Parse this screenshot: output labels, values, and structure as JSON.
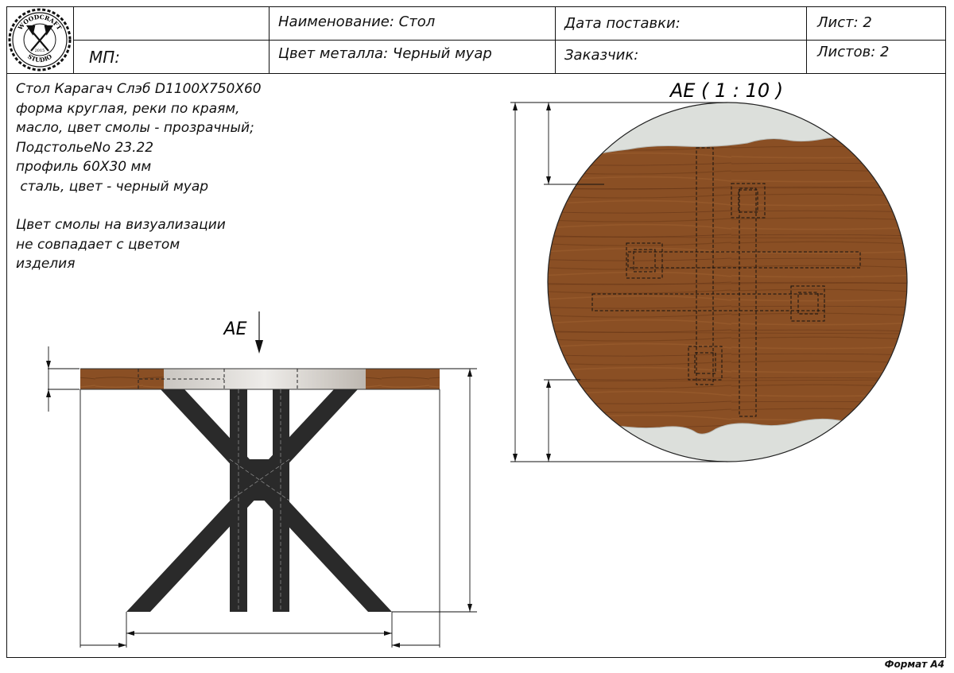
{
  "title_block": {
    "mp_label": "МП:",
    "name_field": "Наименование: Стол",
    "metal_color_field": "Цвет металла: Черный муар",
    "delivery_date_field": "Дата поставки:",
    "customer_field": "Заказчик:",
    "sheet_field": "Лист: 2",
    "sheets_field": "Листов: 2"
  },
  "logo": {
    "top_text": "WOODCRAFT",
    "bottom_text": "STUDIO",
    "year": "2015"
  },
  "notes": {
    "lines": [
      "Стол Карагач Слэб D1100X750X60",
      "форма круглая, реки по краям,",
      "масло, цвет смолы - прозрачный;",
      "ПодстольеNo 23.22",
      "профиль 60X30 мм",
      " сталь, цвет - черный муар"
    ],
    "disclaimer_lines": [
      "Цвет смолы на визуализации",
      "не совпадает с цветом",
      "изделия"
    ]
  },
  "views": {
    "section_arrow_label": "AE",
    "top_view_label": "AE ( 1 : 10 )"
  },
  "format_label": "Формат A4",
  "colors": {
    "wood": "#8a4f24",
    "wood_dark": "#6e3b18",
    "resin": "#d9dcd8",
    "metal": "#2a2a2a"
  }
}
